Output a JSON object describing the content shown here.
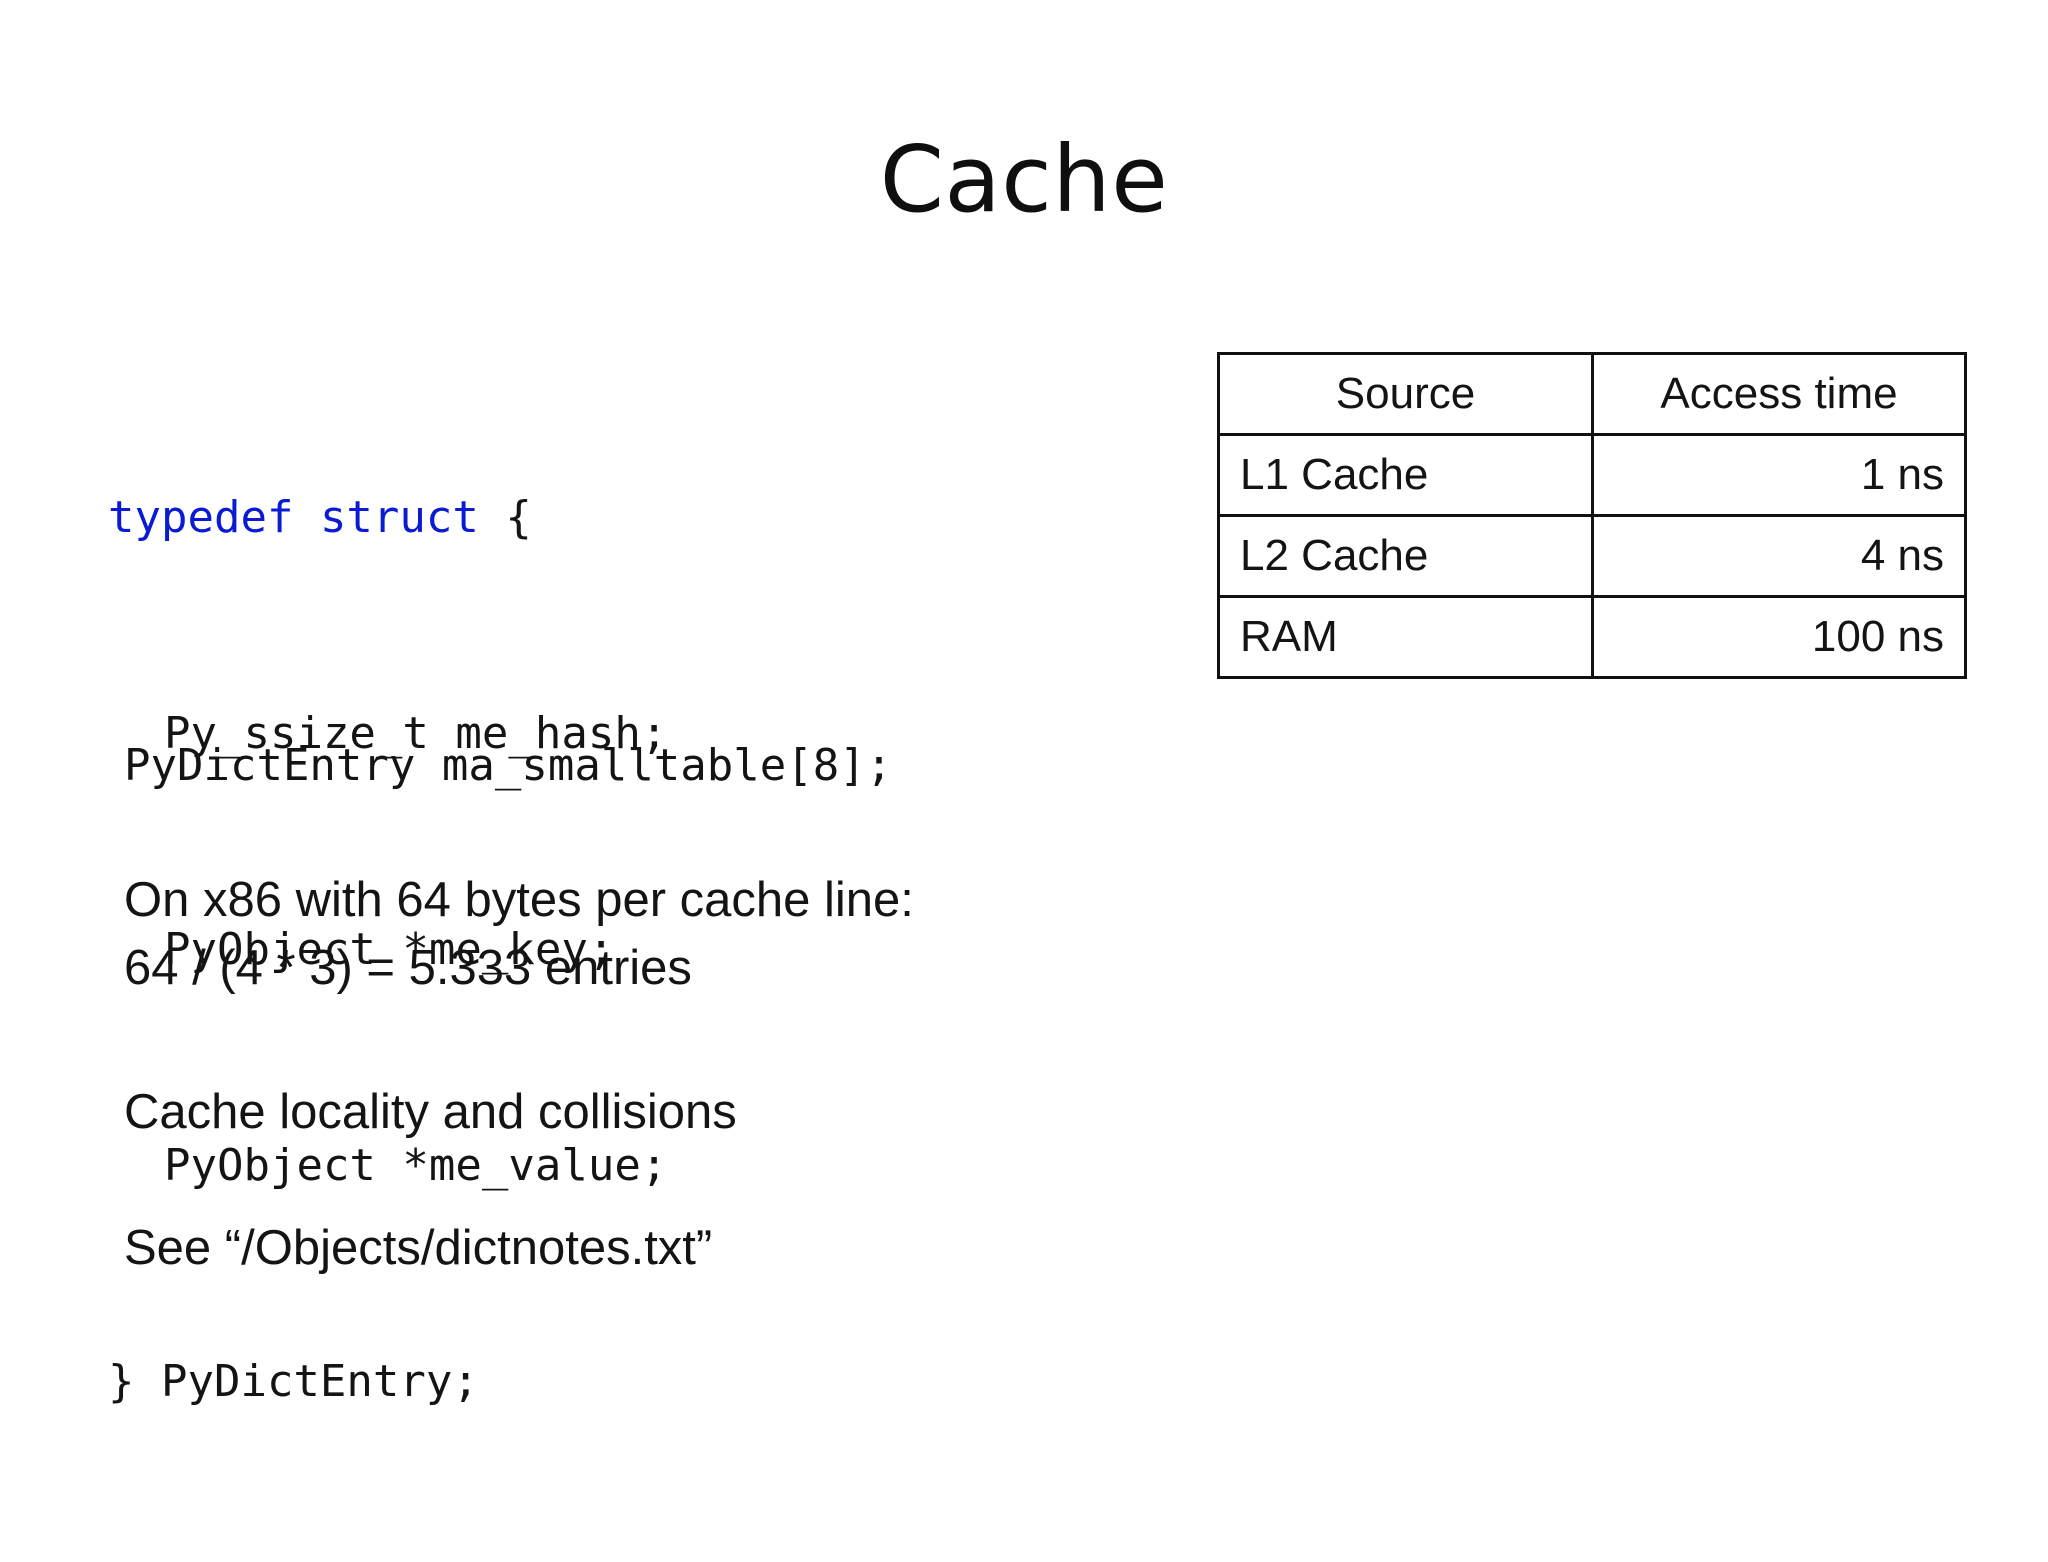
{
  "slide": {
    "title": "Cache",
    "code": {
      "line1_kw1": "typedef",
      "line1_kw2": "struct",
      "line1_rest": " {",
      "line2": "Py_ssize_t me_hash;",
      "line3": "PyObject *me_key;",
      "line4": "PyObject *me_value;",
      "line5": "} PyDictEntry;",
      "line6": "PyDictEntry ma_smalltable[8];"
    },
    "text": {
      "line1": "On x86 with 64 bytes per cache line:",
      "line2": "64 / (4 * 3) = 5.333 entries",
      "line3": "Cache locality and collisions",
      "line4": "See “/Objects/dictnotes.txt”"
    },
    "table": {
      "headers": [
        "Source",
        "Access time"
      ],
      "rows": [
        [
          "L1 Cache",
          "1 ns"
        ],
        [
          "L2 Cache",
          "4 ns"
        ],
        [
          "RAM",
          "100 ns"
        ]
      ]
    },
    "colors": {
      "keyword": "#0b1bd4",
      "text": "#141414",
      "background": "#ffffff"
    }
  }
}
